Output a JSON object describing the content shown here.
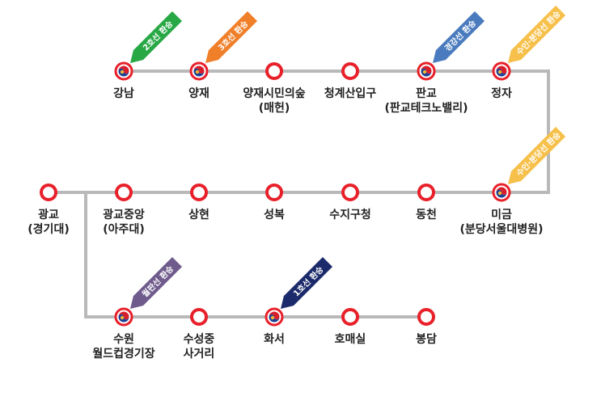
{
  "colors": {
    "track": "#b9b9b9",
    "station_ring": "#e8202a",
    "station_fill": "#ffffff",
    "transfer_ring": "#e8202a",
    "transfer_yin_red": "#d81e2b",
    "transfer_yin_blue": "#1c3f95",
    "transfer_dot": "#f2b533"
  },
  "stations": [
    {
      "id": "gangnam",
      "name": "강남",
      "transfer": true,
      "row": 1,
      "col": 0
    },
    {
      "id": "yangjae",
      "name": "양재",
      "transfer": true,
      "row": 1,
      "col": 1
    },
    {
      "id": "yangjae-citizens-forest",
      "name": "양재시민의숲",
      "name2": "(매헌)",
      "transfer": false,
      "row": 1,
      "col": 2
    },
    {
      "id": "cheonggyesan",
      "name": "청계산입구",
      "transfer": false,
      "row": 1,
      "col": 3
    },
    {
      "id": "pangyo",
      "name": "판교",
      "name2": "(판교테크노밸리)",
      "transfer": true,
      "row": 1,
      "col": 4
    },
    {
      "id": "jeongja",
      "name": "정자",
      "transfer": true,
      "row": 1,
      "col": 5
    },
    {
      "id": "migeum",
      "name": "미금",
      "name2": "(분당서울대병원)",
      "transfer": true,
      "row": 2,
      "col": 6
    },
    {
      "id": "dongcheon",
      "name": "동천",
      "transfer": false,
      "row": 2,
      "col": 5
    },
    {
      "id": "suji-office",
      "name": "수지구청",
      "transfer": false,
      "row": 2,
      "col": 4
    },
    {
      "id": "seongbok",
      "name": "성복",
      "transfer": false,
      "row": 2,
      "col": 3
    },
    {
      "id": "sanghyeon",
      "name": "상현",
      "transfer": false,
      "row": 2,
      "col": 2
    },
    {
      "id": "gwanggyo-jungang",
      "name": "광교중앙",
      "name2": "(아주대)",
      "transfer": false,
      "row": 2,
      "col": 1
    },
    {
      "id": "gwanggyo",
      "name": "광교",
      "name2": "(경기대)",
      "transfer": false,
      "row": 2,
      "col": 0
    },
    {
      "id": "suwon-worldcup",
      "name": "수원",
      "name2": "월드컵경기장",
      "transfer": true,
      "row": 3,
      "col": 1
    },
    {
      "id": "suseongjung",
      "name": "수성중",
      "name2": "사거리",
      "transfer": false,
      "row": 3,
      "col": 2
    },
    {
      "id": "hwaseo",
      "name": "화서",
      "transfer": true,
      "row": 3,
      "col": 3
    },
    {
      "id": "homaesil",
      "name": "호매실",
      "transfer": false,
      "row": 3,
      "col": 4
    },
    {
      "id": "bongdam",
      "name": "봉담",
      "transfer": false,
      "row": 3,
      "col": 5
    }
  ],
  "transfer_tags": [
    {
      "id": "line2",
      "text": "2호선 환승",
      "color": "#27a844",
      "station": "gangnam"
    },
    {
      "id": "line3",
      "text": "3호선 환승",
      "color": "#f07f2a",
      "station": "yangjae"
    },
    {
      "id": "gyeonggang",
      "text": "경강선 환승",
      "color": "#4a7bbe",
      "station": "pangyo"
    },
    {
      "id": "suinbundang-1",
      "text": "수인·분당선 환승",
      "color": "#f6c04a",
      "station": "jeongja"
    },
    {
      "id": "suinbundang-2",
      "text": "수인·분당선 환승",
      "color": "#f6c04a",
      "station": "migeum"
    },
    {
      "id": "wolpan",
      "text": "월판선 환승",
      "color": "#6f5b8c",
      "station": "suwon-worldcup"
    },
    {
      "id": "line1",
      "text": "1호선 환승",
      "color": "#1b2a6b",
      "station": "hwaseo"
    }
  ]
}
